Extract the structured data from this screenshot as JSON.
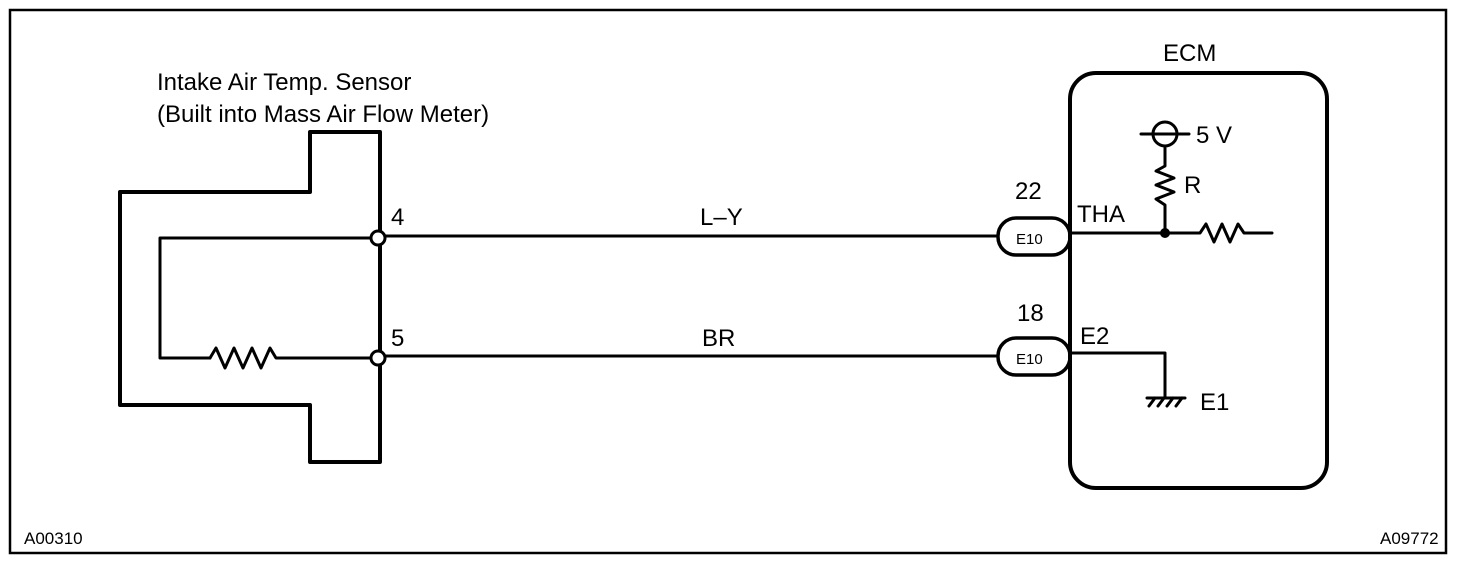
{
  "sensor": {
    "title_line1": "Intake Air Temp. Sensor",
    "title_line2": "(Built into Mass Air Flow Meter)",
    "pin_top": "4",
    "pin_bottom": "5"
  },
  "wires": {
    "top_color": "L–Y",
    "bottom_color": "BR"
  },
  "connectors": {
    "top_pin": "22",
    "top_code": "E10",
    "bottom_pin": "18",
    "bottom_code": "E10"
  },
  "ecm": {
    "title": "ECM",
    "supply": "5 V",
    "resistor": "R",
    "terminal_top": "THA",
    "terminal_bottom": "E2",
    "ground": "E1"
  },
  "footer": {
    "left_code": "A00310",
    "right_code": "A09772"
  }
}
